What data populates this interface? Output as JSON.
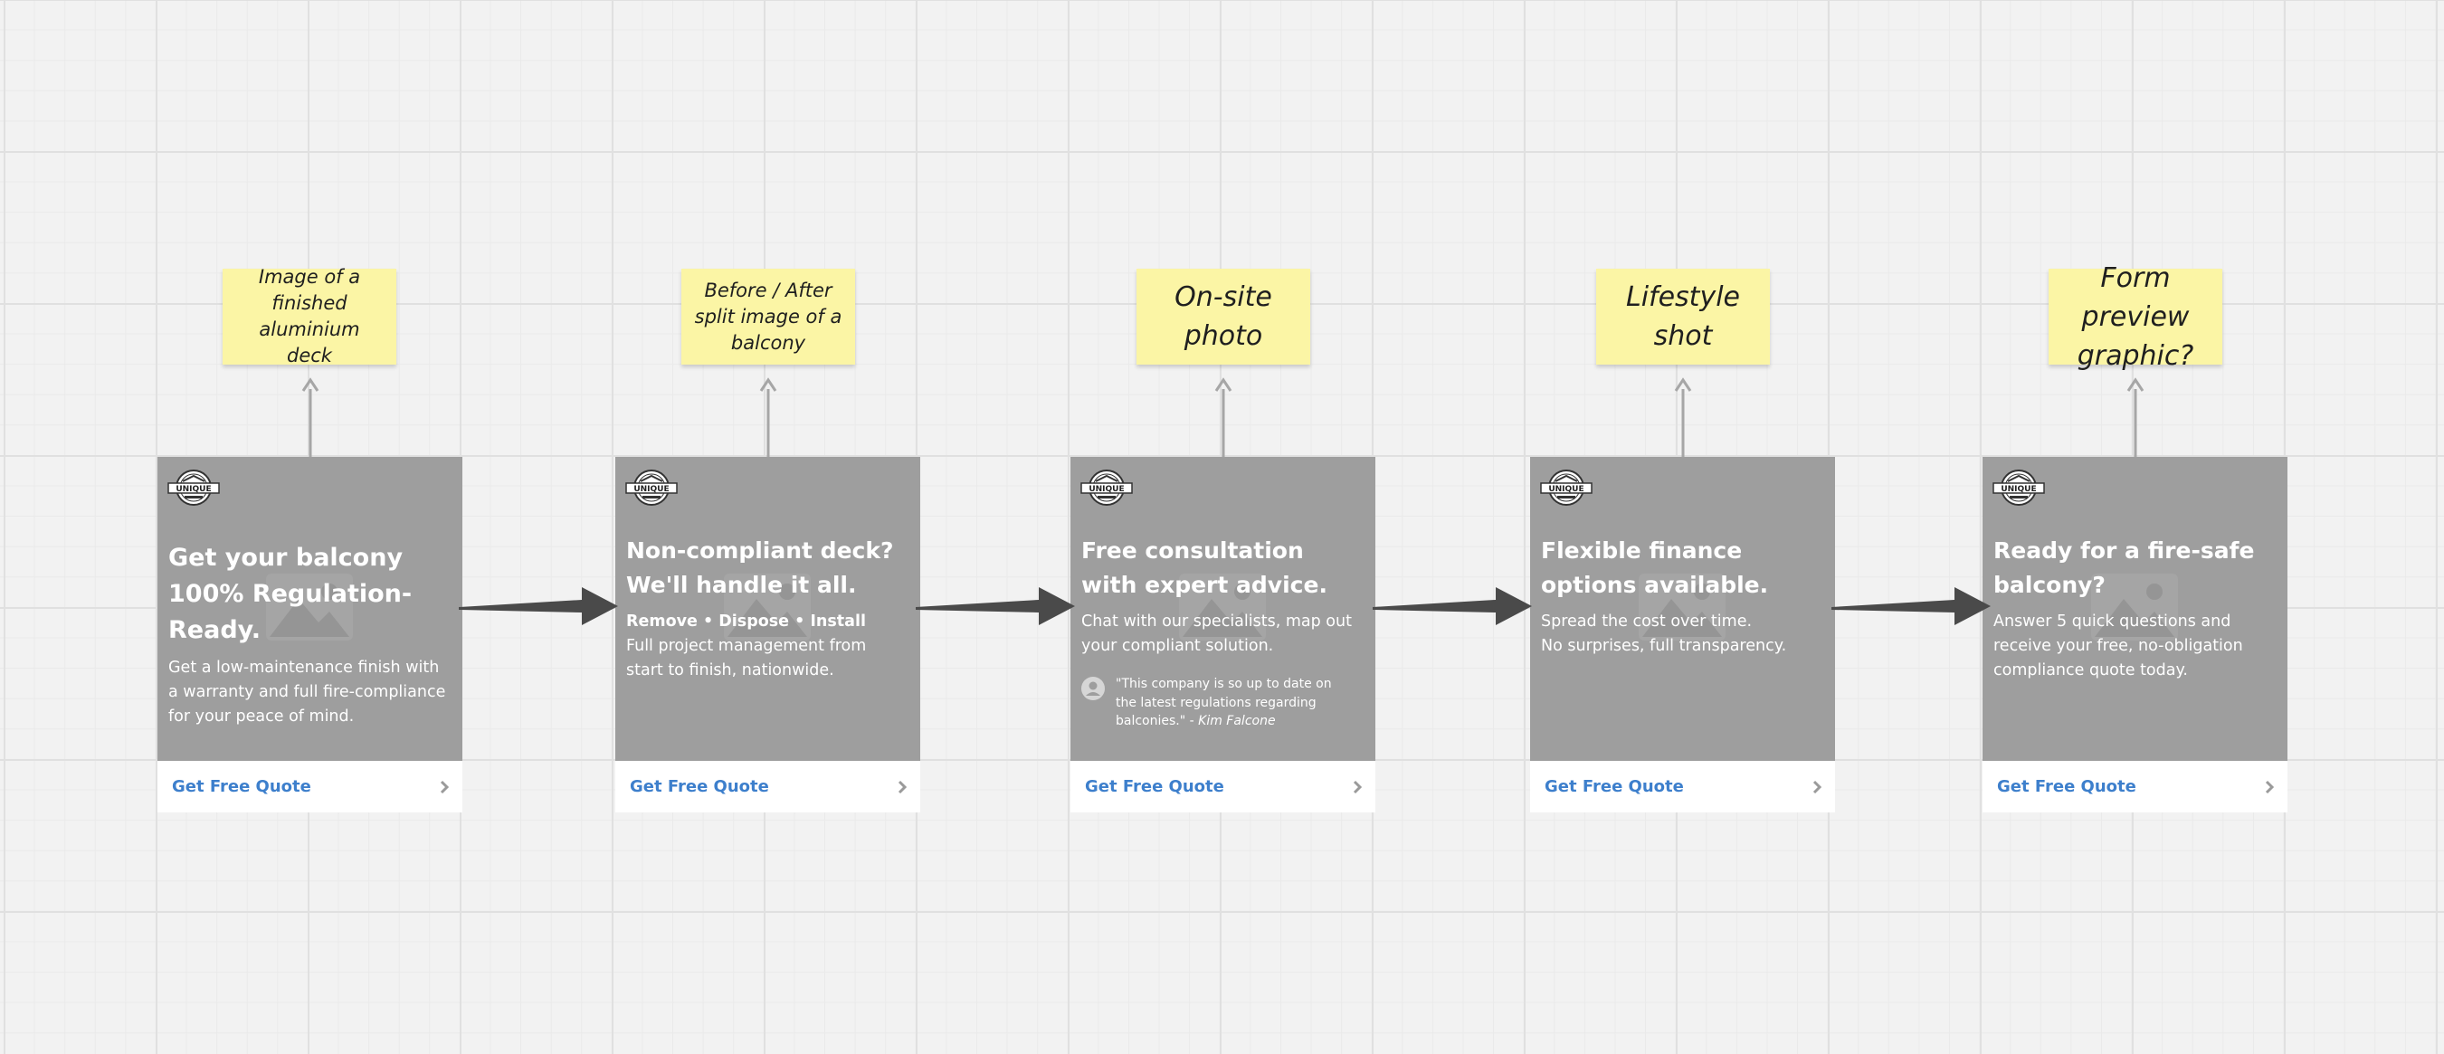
{
  "brand": {
    "logo_text": "UNIQUE",
    "colors": {
      "canvas": "#f2f2f2",
      "card": "#9e9e9e",
      "sticky": "#fbf5a5",
      "cta_text": "#3d7fcc",
      "arrow": "#4a4a4a"
    }
  },
  "notes": [
    {
      "text": "Image of a finished aluminium deck"
    },
    {
      "text": "Before / After split image of a balcony"
    },
    {
      "text": "On-site photo"
    },
    {
      "text": "Lifestyle shot"
    },
    {
      "text": "Form preview graphic?"
    }
  ],
  "cards": [
    {
      "headline_1": "Get your balcony",
      "headline_2": "100% Regulation-Ready.",
      "body_1": "Get a low-maintenance finish with",
      "body_2": "a warranty and full fire-compliance",
      "body_3": "for your peace of mind.",
      "cta": "Get Free Quote"
    },
    {
      "headline_1": "Non-compliant deck?",
      "headline_2": "We'll handle it all.",
      "strong": "Remove • Dispose • Install",
      "body_1": "Full project management from",
      "body_2": "start to finish, nationwide.",
      "cta": "Get Free Quote"
    },
    {
      "headline_1": "Free consultation",
      "headline_2": "with expert advice.",
      "body_1": "Chat with our specialists, map out",
      "body_2": "your compliant solution.",
      "quote_1": "\"This company is so up to date on",
      "quote_2": "the latest regulations regarding",
      "quote_3": "balconies.\" - ",
      "quote_author": "Kim Falcone",
      "cta": "Get Free Quote"
    },
    {
      "headline_1": "Flexible finance",
      "headline_2": "options available.",
      "body_1": "Spread the cost over time.",
      "body_2": "No surprises, full transparency.",
      "cta": "Get Free Quote"
    },
    {
      "headline_1": "Ready for a fire-safe",
      "headline_2": "balcony?",
      "body_1": "Answer 5 quick questions and",
      "body_2": "receive your free, no-obligation",
      "body_3": "compliance quote today.",
      "cta": "Get Free Quote"
    }
  ]
}
